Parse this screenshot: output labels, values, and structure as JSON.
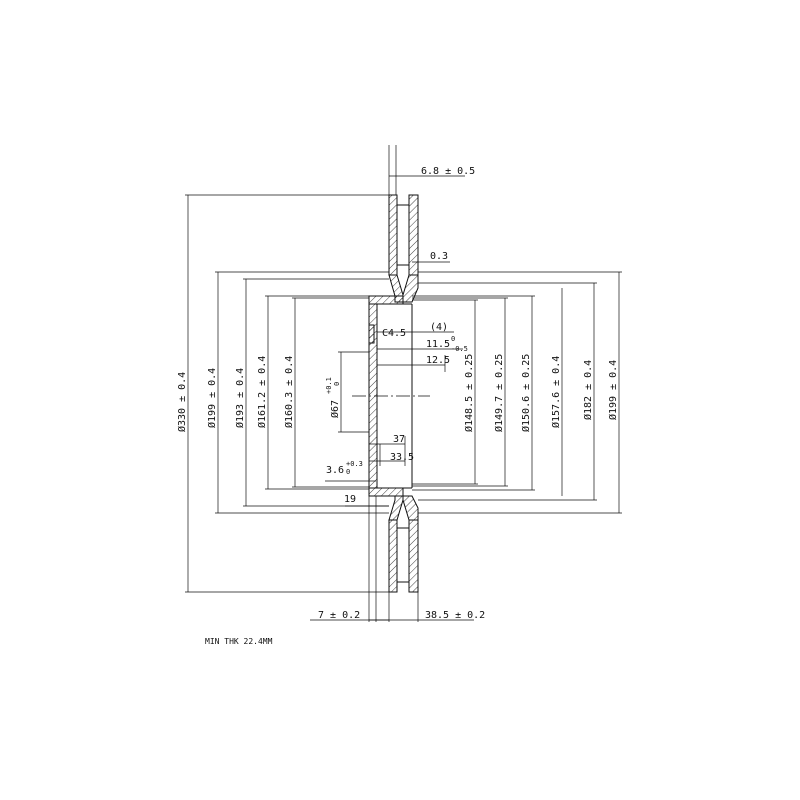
{
  "drawing": {
    "top_dims": {
      "thickness": "6.8 ± 0.5",
      "offset": "0.3",
      "chamfer": "C4.5",
      "count": "(4)",
      "depth_base": "11.5",
      "depth_tol_upper": "0",
      "depth_tol_lower": "-0.5",
      "depth_2": "12.5",
      "len_37": "37",
      "len_33_5": "33.5",
      "len_19": "19",
      "groove_base": "3.6",
      "groove_tol_upper": "+0.3",
      "groove_tol_lower": "0"
    },
    "bottom_dims": {
      "hat_thickness": "7 ± 0.2",
      "overall_height": "38.5 ± 0.2"
    },
    "left_dims": {
      "d_outer": "Ø330 ± 0.4",
      "d_199": "Ø199 ± 0.4",
      "d_193": "Ø193 ± 0.4",
      "d_161": "Ø161.2 ± 0.4",
      "d_160": "Ø160.3 ± 0.4",
      "bore_base": "Ø67",
      "bore_tol_upper": "+0.1",
      "bore_tol_lower": "0"
    },
    "right_dims": {
      "d_148": "Ø148.5 ± 0.25",
      "d_149": "Ø149.7 ± 0.25",
      "d_150": "Ø150.6 ± 0.25",
      "d_157": "Ø157.6 ± 0.4",
      "d_182": "Ø182 ± 0.4",
      "d_199r": "Ø199 ± 0.4"
    },
    "note": "MIN THK 22.4MM"
  }
}
